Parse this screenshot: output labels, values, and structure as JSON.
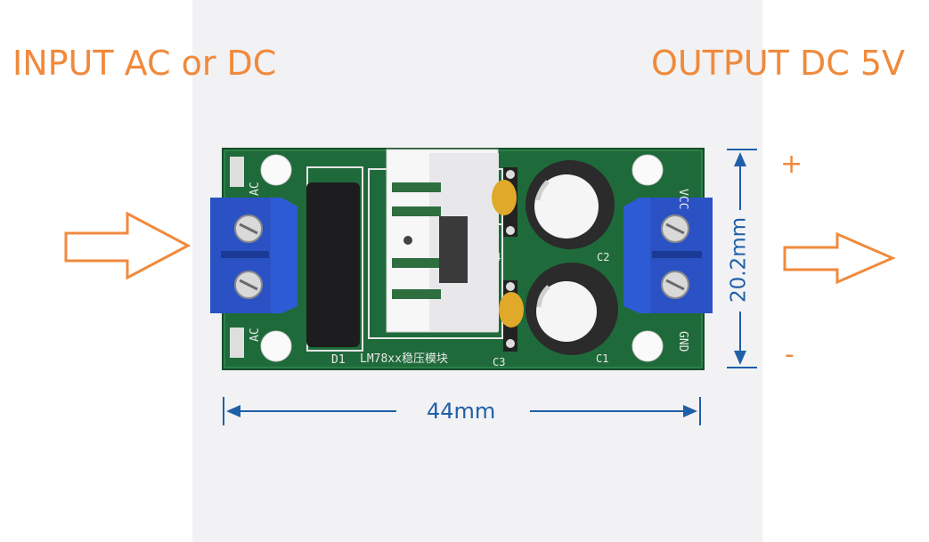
{
  "captions": {
    "input": "INPUT AC or DC",
    "output": "OUTPUT DC 5V"
  },
  "polarity": {
    "plus": "+",
    "minus": "-"
  },
  "dimensions": {
    "width": "44mm",
    "height": "20.2mm"
  },
  "silkscreen": {
    "ac_top": "AC",
    "ac_bottom": "AC",
    "vcc": "VCC",
    "gnd": "GND",
    "d1": "D1",
    "c1": "C1",
    "c2": "C2",
    "c3": "C3",
    "c4": "C4",
    "module": "LM78xx稳压模块"
  },
  "colors": {
    "caption": "#f08a3c",
    "dimension": "#1f5fa8",
    "pcb": "#1f6a3a",
    "terminal": "#2d5bd6",
    "photo_background": "#f2f2f4"
  }
}
